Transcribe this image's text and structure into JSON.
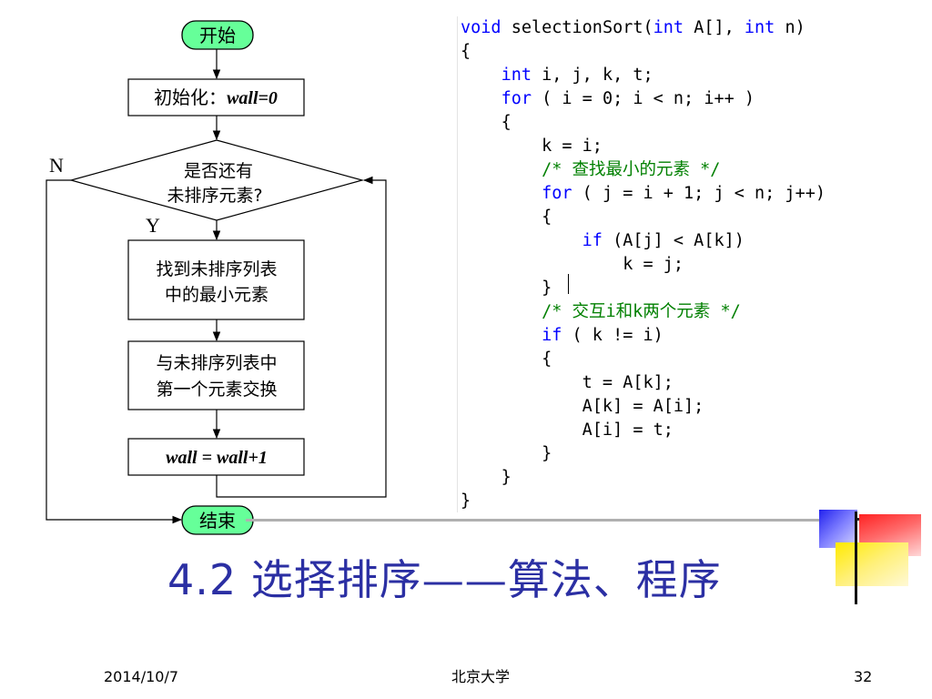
{
  "flowchart": {
    "start": "开始",
    "init_prefix": "初始化：",
    "init_expr": "wall=0",
    "decision_line1": "是否还有",
    "decision_line2": "未排序元素?",
    "no_label": "N",
    "yes_label": "Y",
    "find_line1": "找到未排序列表",
    "find_line2": "中的最小元素",
    "swap_line1": "与未排序列表中",
    "swap_line2": "第一个元素交换",
    "increment": "wall = wall+1",
    "end": "结束"
  },
  "code": {
    "lines": [
      {
        "indent": "",
        "parts": [
          {
            "t": "kw",
            "s": "void"
          },
          {
            "t": "",
            "s": " selectionSort("
          },
          {
            "t": "kw",
            "s": "int"
          },
          {
            "t": "",
            "s": " A[], "
          },
          {
            "t": "kw",
            "s": "int"
          },
          {
            "t": "",
            "s": " n)"
          }
        ]
      },
      {
        "indent": "",
        "parts": [
          {
            "t": "",
            "s": "{"
          }
        ]
      },
      {
        "indent": "    ",
        "parts": [
          {
            "t": "kw",
            "s": "int"
          },
          {
            "t": "",
            "s": " i, j, k, t;"
          }
        ]
      },
      {
        "indent": "    ",
        "parts": [
          {
            "t": "kw",
            "s": "for"
          },
          {
            "t": "",
            "s": " ( i = 0; i < n; i++ )"
          }
        ]
      },
      {
        "indent": "    ",
        "parts": [
          {
            "t": "",
            "s": "{"
          }
        ]
      },
      {
        "indent": "        ",
        "parts": [
          {
            "t": "",
            "s": "k = i;"
          }
        ]
      },
      {
        "indent": "        ",
        "parts": [
          {
            "t": "cm",
            "s": "/* 查找最小的元素 */"
          }
        ]
      },
      {
        "indent": "        ",
        "parts": [
          {
            "t": "kw",
            "s": "for"
          },
          {
            "t": "",
            "s": " ( j = i + 1; j < n; j++)"
          }
        ]
      },
      {
        "indent": "        ",
        "parts": [
          {
            "t": "",
            "s": "{"
          }
        ]
      },
      {
        "indent": "            ",
        "parts": [
          {
            "t": "kw",
            "s": "if"
          },
          {
            "t": "",
            "s": " (A[j] < A[k])"
          }
        ]
      },
      {
        "indent": "                ",
        "parts": [
          {
            "t": "",
            "s": "k = j;"
          }
        ]
      },
      {
        "indent": "        ",
        "parts": [
          {
            "t": "",
            "s": "}"
          }
        ]
      },
      {
        "indent": "        ",
        "parts": [
          {
            "t": "cm",
            "s": "/* 交互i和k两个元素 */"
          }
        ]
      },
      {
        "indent": "        ",
        "parts": [
          {
            "t": "kw",
            "s": "if"
          },
          {
            "t": "",
            "s": " ( k != i)"
          }
        ]
      },
      {
        "indent": "        ",
        "parts": [
          {
            "t": "",
            "s": "{"
          }
        ]
      },
      {
        "indent": "            ",
        "parts": [
          {
            "t": "",
            "s": "t = A[k];"
          }
        ]
      },
      {
        "indent": "            ",
        "parts": [
          {
            "t": "",
            "s": "A[k] = A[i];"
          }
        ]
      },
      {
        "indent": "            ",
        "parts": [
          {
            "t": "",
            "s": "A[i] = t;"
          }
        ]
      },
      {
        "indent": "        ",
        "parts": [
          {
            "t": "",
            "s": "}"
          }
        ]
      },
      {
        "indent": "    ",
        "parts": [
          {
            "t": "",
            "s": "}"
          }
        ]
      },
      {
        "indent": "",
        "parts": [
          {
            "t": "",
            "s": "}"
          }
        ]
      }
    ]
  },
  "title": {
    "number": "4.2",
    "text": " 选择排序——算法、程序"
  },
  "footer": {
    "date": "2014/10/7",
    "org": "北京大学",
    "page": "32"
  },
  "colors": {
    "terminal_fill": "#66ff99",
    "title": "#2b2fa3",
    "keyword": "#0000ff",
    "comment": "#008000"
  }
}
